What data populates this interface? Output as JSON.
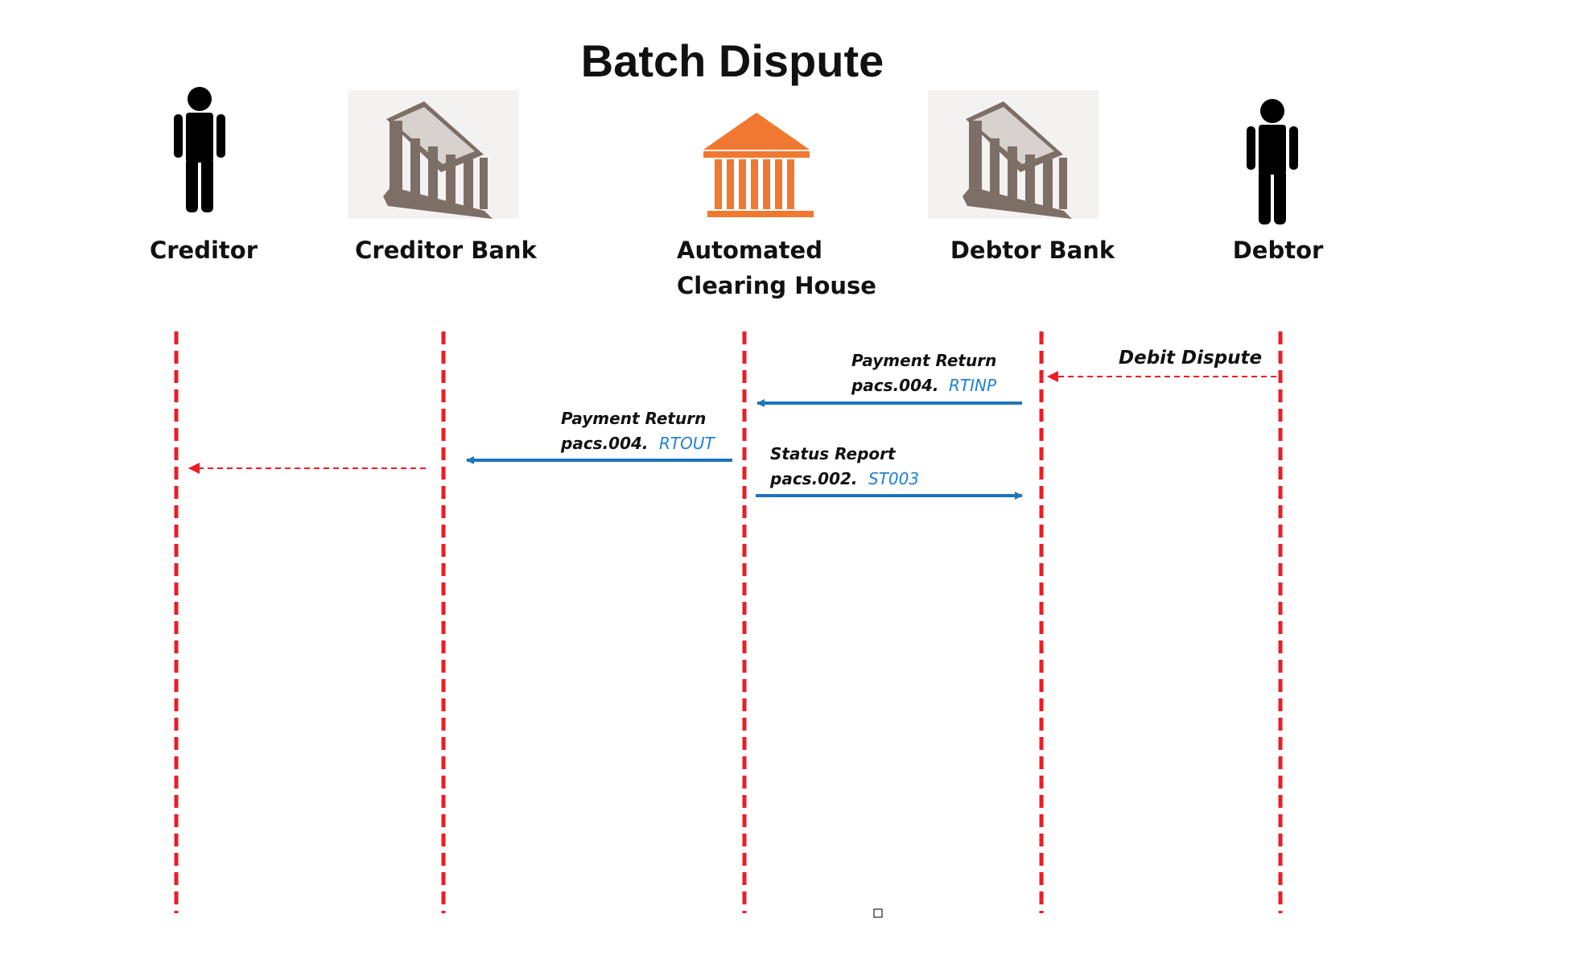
{
  "title": "Batch Dispute",
  "colors": {
    "lifeline": "#ee1c25",
    "message_arrow": "#1f73bd",
    "code_text": "#1f7fd6",
    "ach_icon": "#f07830",
    "bank_icon": "#7d6e66"
  },
  "actors": [
    {
      "label": "Creditor",
      "icon": "person-icon"
    },
    {
      "label": "Creditor Bank",
      "icon": "bank-icon"
    },
    {
      "label_line1": "Automated",
      "label_line2": "Clearing House",
      "icon": "clearing-house-icon"
    },
    {
      "label": "Debtor Bank",
      "icon": "bank-icon"
    },
    {
      "label": "Debtor",
      "icon": "person-icon"
    }
  ],
  "messages": {
    "debit_dispute": {
      "label": "Debit Dispute"
    },
    "return_to_ach": {
      "line1": "Payment Return",
      "line2": "pacs.004.",
      "code": "RTINP"
    },
    "return_to_creditor_bank": {
      "line1": "Payment Return",
      "line2": "pacs.004.",
      "code": "RTOUT"
    },
    "status_report": {
      "line1": "Status Report",
      "line2": "pacs.002.",
      "code": "ST003"
    }
  }
}
